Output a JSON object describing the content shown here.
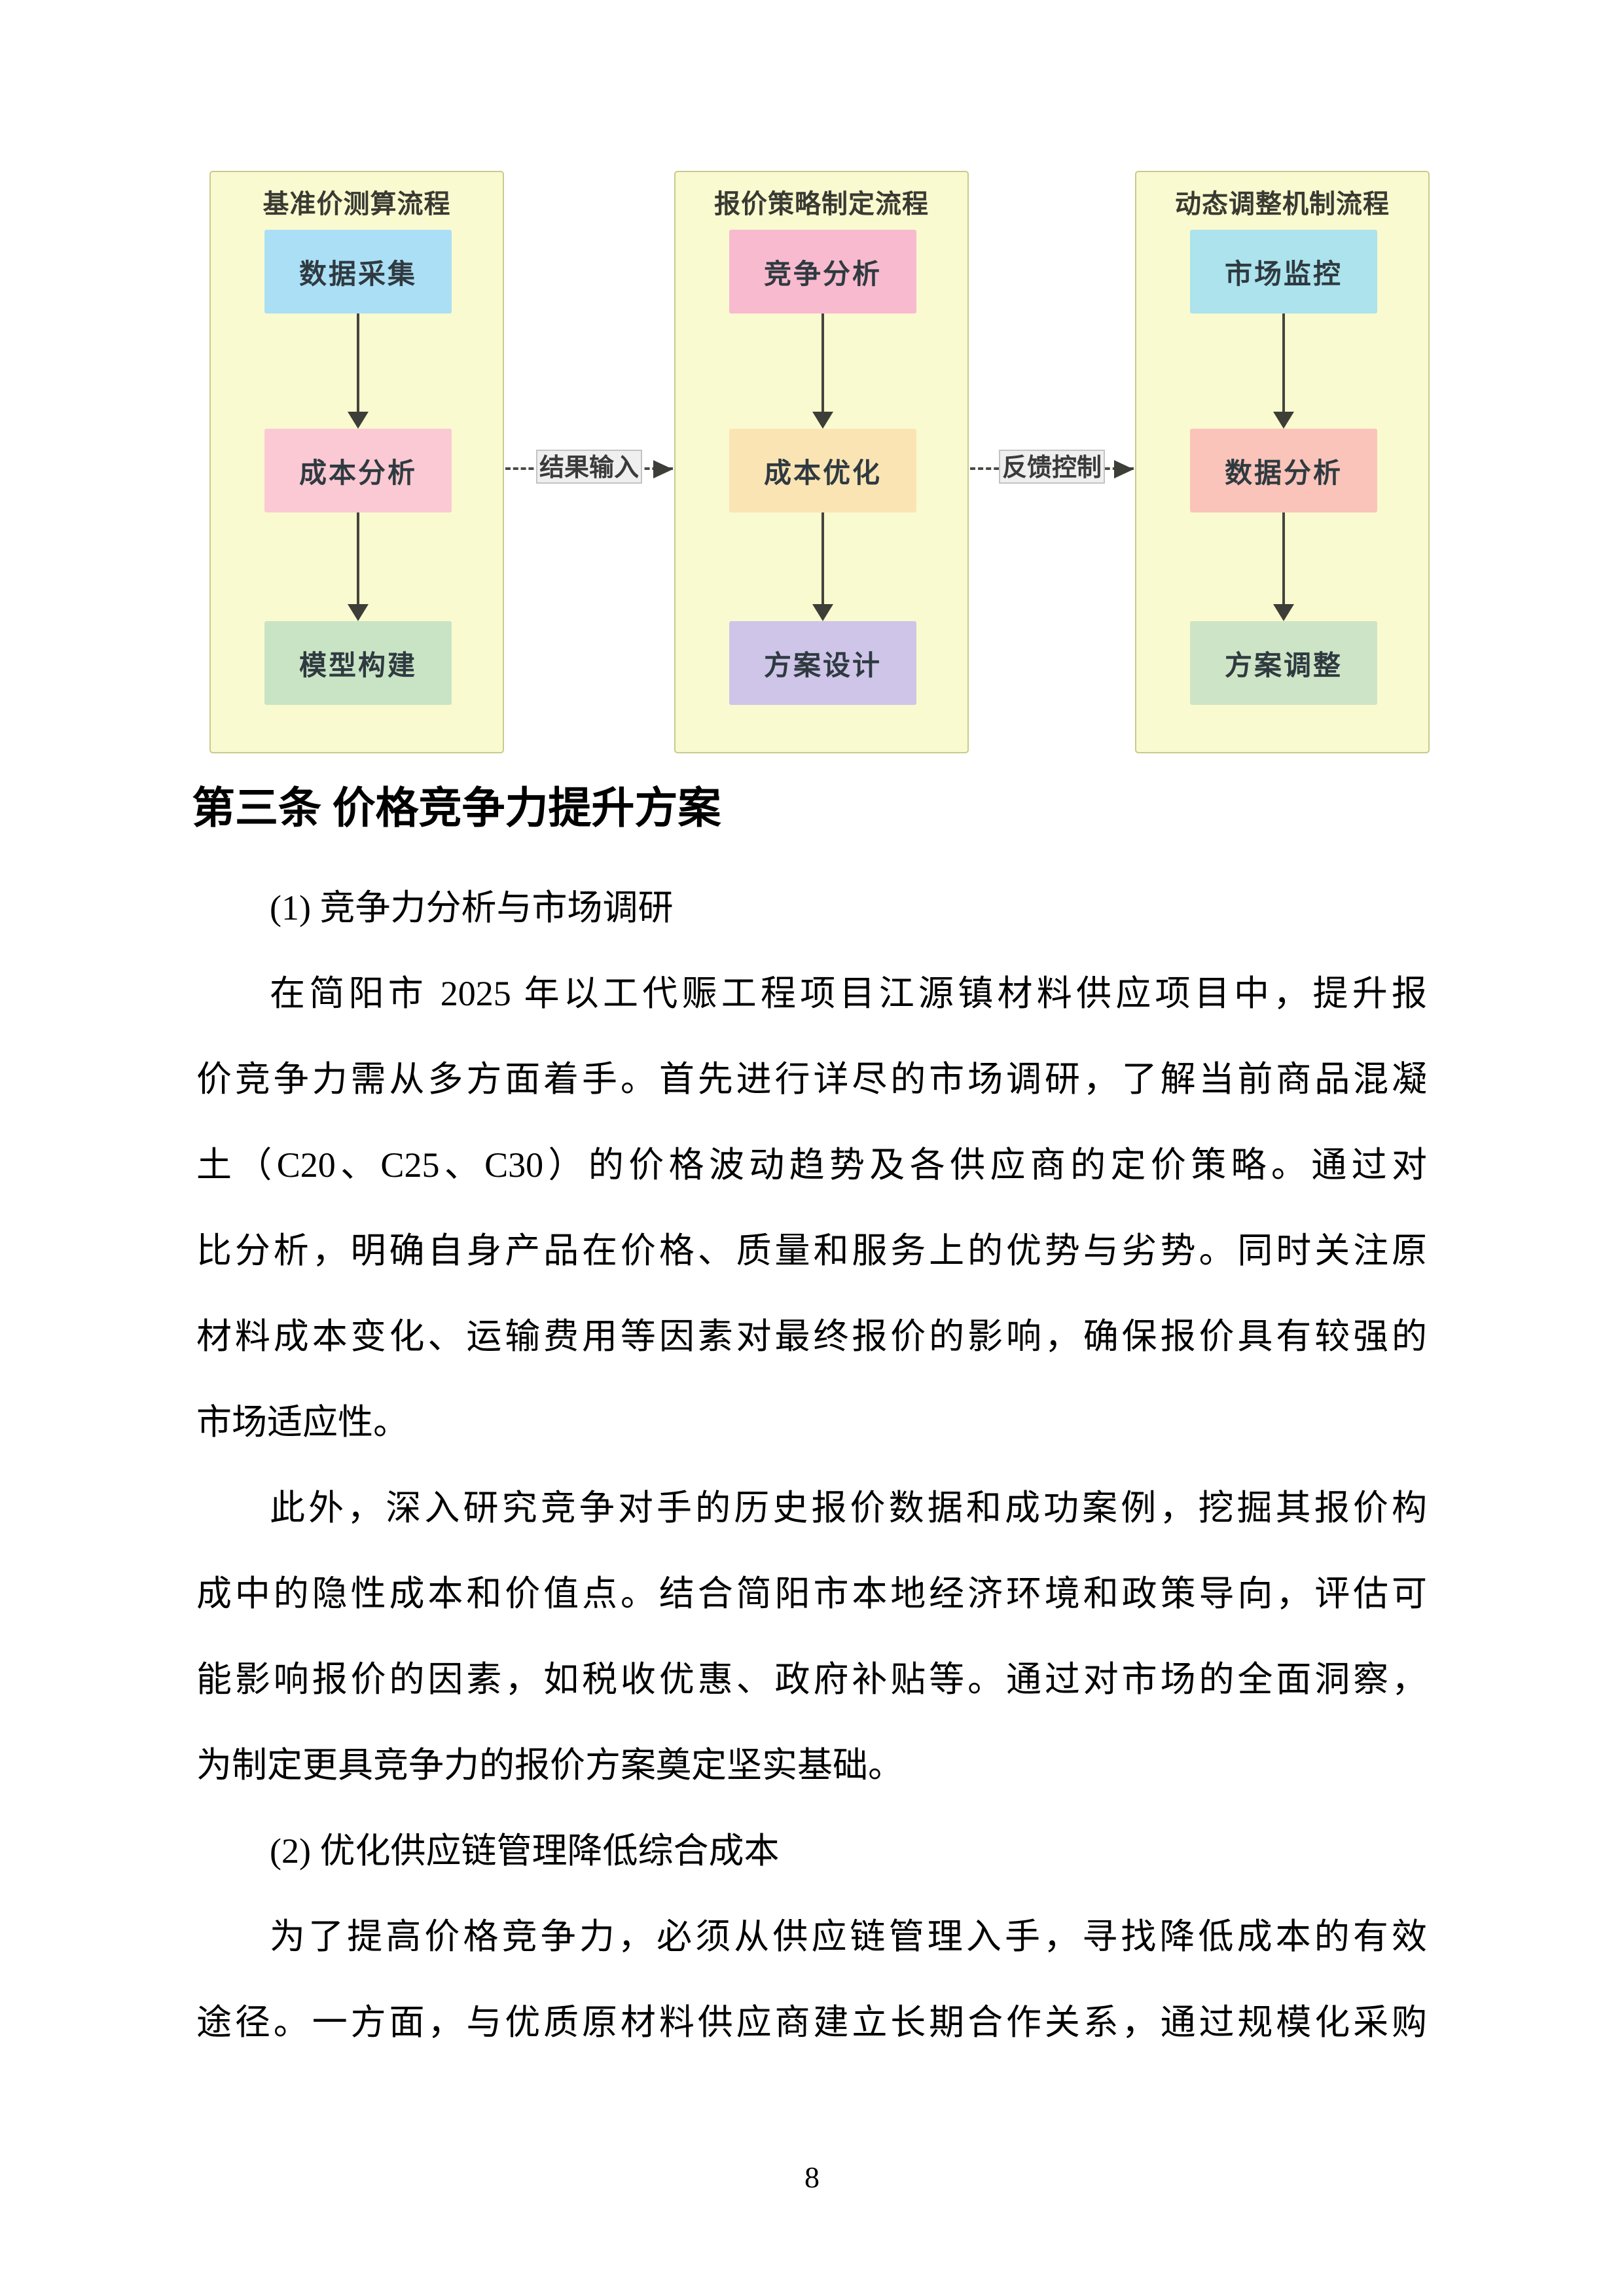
{
  "flowchart": {
    "panel_bg": "#FAFAD0",
    "panel_border": "#C8CB8D",
    "arrow_color": "#45453D",
    "connector_label_bg": "#EFEFEF",
    "panels": [
      {
        "title": "基准价测算流程",
        "boxes": [
          {
            "label": "数据采集",
            "color": "#ABDFF5"
          },
          {
            "label": "成本分析",
            "color": "#FAC9D3"
          },
          {
            "label": "模型构建",
            "color": "#C9E4C5"
          }
        ]
      },
      {
        "title": "报价策略制定流程",
        "boxes": [
          {
            "label": "竞争分析",
            "color": "#F8BACF"
          },
          {
            "label": "成本优化",
            "color": "#FBE4B4"
          },
          {
            "label": "方案设计",
            "color": "#CEC5E9"
          }
        ]
      },
      {
        "title": "动态调整机制流程",
        "boxes": [
          {
            "label": "市场监控",
            "color": "#ACE3ED"
          },
          {
            "label": "数据分析",
            "color": "#FAC4BA"
          },
          {
            "label": "方案调整",
            "color": "#CEE4C6"
          }
        ]
      }
    ],
    "connectors": [
      {
        "label": "结果输入"
      },
      {
        "label": "反馈控制"
      }
    ]
  },
  "content": {
    "heading": "第三条 价格竞争力提升方案",
    "lines": [
      {
        "text": "(1) 竞争力分析与市场调研"
      },
      {
        "text": "在简阳市 2025 年以工代赈工程项目江源镇材料供应项目中，提升报"
      },
      {
        "text": "价竞争力需从多方面着手。首先进行详尽的市场调研，了解当前商品混凝"
      },
      {
        "text": "土（C20、C25、C30）的价格波动趋势及各供应商的定价策略。通过对"
      },
      {
        "text": "比分析，明确自身产品在价格、质量和服务上的优势与劣势。同时关注原"
      },
      {
        "text": "材料成本变化、运输费用等因素对最终报价的影响，确保报价具有较强的"
      },
      {
        "text": "市场适应性。"
      },
      {
        "text": "此外，深入研究竞争对手的历史报价数据和成功案例，挖掘其报价构"
      },
      {
        "text": "成中的隐性成本和价值点。结合简阳市本地经济环境和政策导向，评估可"
      },
      {
        "text": "能影响报价的因素，如税收优惠、政府补贴等。通过对市场的全面洞察，"
      },
      {
        "text": "为制定更具竞争力的报价方案奠定坚实基础。"
      },
      {
        "text": "(2) 优化供应链管理降低综合成本"
      },
      {
        "text": "为了提高价格竞争力，必须从供应链管理入手，寻找降低成本的有效"
      },
      {
        "text": "途径。一方面，与优质原材料供应商建立长期合作关系，通过规模化采购"
      }
    ],
    "page_number": "8"
  }
}
